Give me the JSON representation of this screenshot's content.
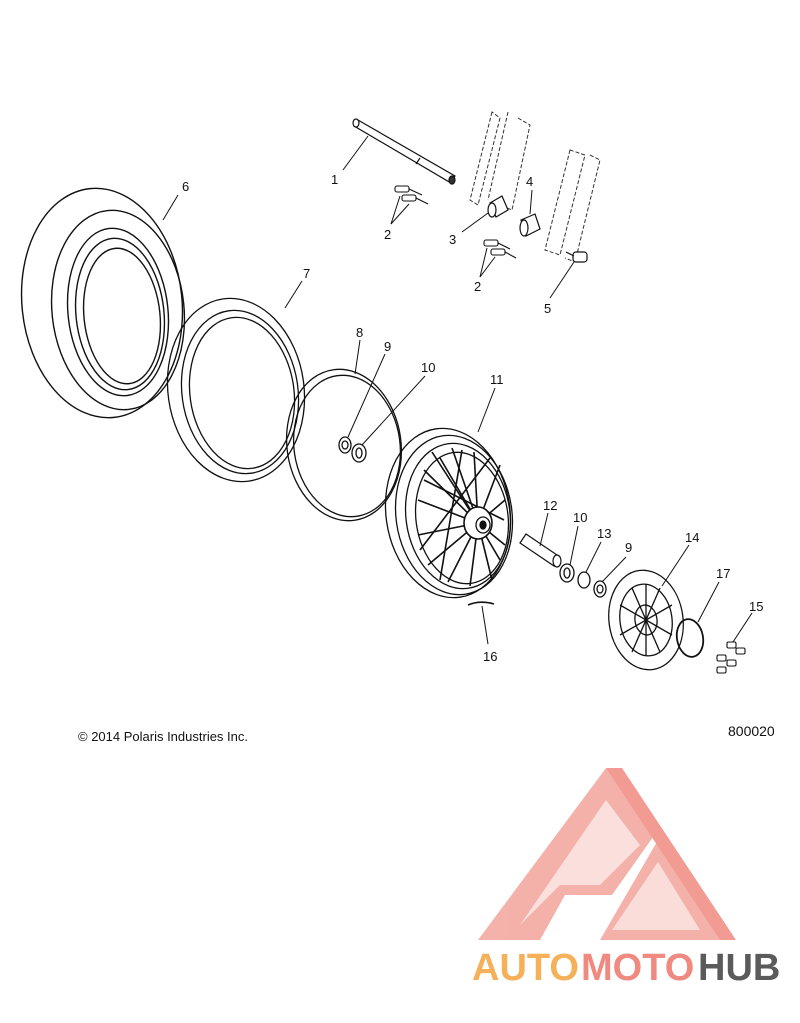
{
  "callouts": {
    "c1": "1",
    "c2a": "2",
    "c2b": "2",
    "c3": "3",
    "c4": "4",
    "c5": "5",
    "c6": "6",
    "c7": "7",
    "c8": "8",
    "c9a": "9",
    "c10a": "10",
    "c11": "11",
    "c12": "12",
    "c10b": "10",
    "c13": "13",
    "c9b": "9",
    "c14": "14",
    "c17": "17",
    "c15": "15",
    "c16": "16"
  },
  "copyright": "© 2014 Polaris Industries Inc.",
  "figure_number": "800020",
  "watermark": {
    "part1": "AUTO",
    "part2": "MOTO",
    "part3": "HUB",
    "color_primary": "#f08a80",
    "color_secondary": "#f5b15a",
    "color_dark": "#5b5b5b"
  },
  "line_color": "#111111"
}
